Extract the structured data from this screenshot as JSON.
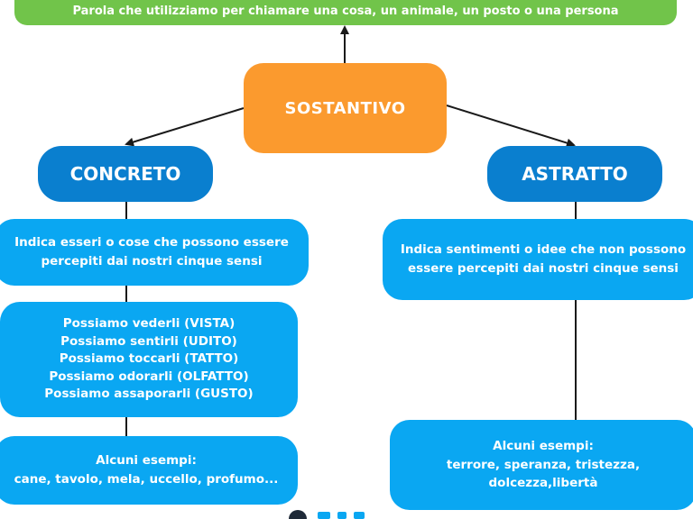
{
  "definition": "Parola che utilizziamo per chiamare una cosa, un animale, un posto o una persona",
  "root": "SOSTANTIVO",
  "concrete": {
    "title": "CONCRETO",
    "description": [
      "Indica esseri o cose che possono essere",
      "percepiti dai nostri cinque sensi"
    ],
    "senses": [
      "Possiamo vederli (VISTA)",
      "Possiamo sentirli (UDITO)",
      "Possiamo toccarli (TATTO)",
      "Possiamo odorarli (OLFATTO)",
      "Possiamo assaporarli (GUSTO)"
    ],
    "examples_label": "Alcuni esempi:",
    "examples": "cane, tavolo, mela, uccello, profumo..."
  },
  "abstract": {
    "title": "ASTRATTO",
    "description": [
      "Indica sentimenti o idee che non possono",
      "essere percepiti dai nostri cinque sensi"
    ],
    "examples_label": "Alcuni esempi:",
    "examples": [
      "terrore, speranza, tristezza,",
      "dolcezza,libertà"
    ]
  },
  "colors": {
    "definition": "#71c44a",
    "root": "#fb9a2e",
    "branch": "#0a7fcf",
    "info": "#0aa7f2"
  }
}
